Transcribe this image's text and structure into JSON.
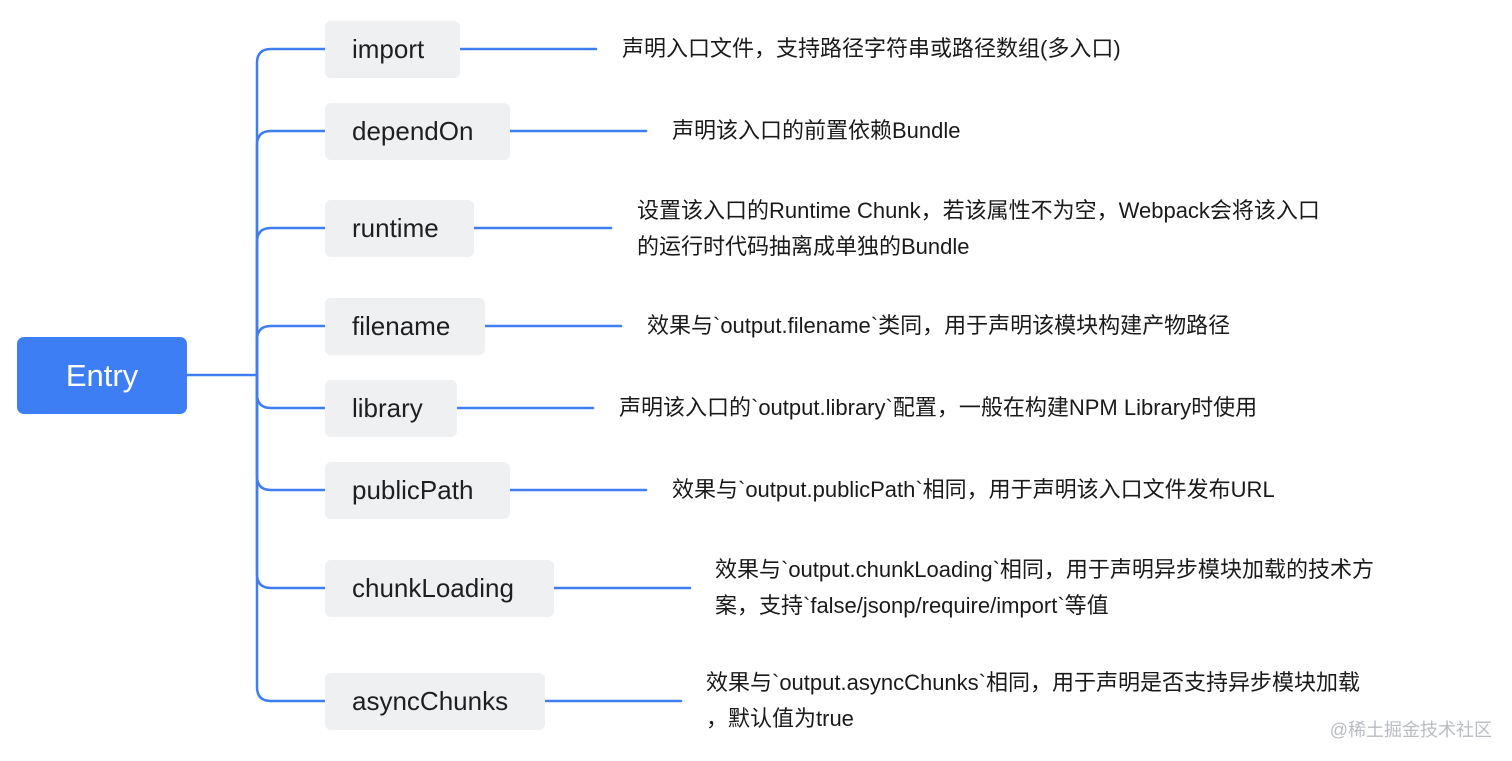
{
  "root": {
    "label": "Entry"
  },
  "colors": {
    "root_fill": "#3d7ef5",
    "line": "#3f7ef0",
    "node_fill": "#eff0f2"
  },
  "children": [
    {
      "label": "import",
      "description": [
        "声明入口文件，支持路径字符串或路径数组(多入口)"
      ]
    },
    {
      "label": "dependOn",
      "description": [
        "声明该入口的前置依赖Bundle"
      ]
    },
    {
      "label": "runtime",
      "description": [
        "设置该入口的Runtime Chunk，若该属性不为空，Webpack会将该入口",
        "的运行时代码抽离成单独的Bundle"
      ]
    },
    {
      "label": "filename",
      "description": [
        "效果与`output.filename`类同，用于声明该模块构建产物路径"
      ]
    },
    {
      "label": "library",
      "description": [
        "声明该入口的`output.library`配置，一般在构建NPM Library时使用"
      ]
    },
    {
      "label": "publicPath",
      "description": [
        "效果与`output.publicPath`相同，用于声明该入口文件发布URL"
      ]
    },
    {
      "label": "chunkLoading",
      "description": [
        "效果与`output.chunkLoading`相同，用于声明异步模块加载的技术方",
        "案，支持`false/jsonp/require/import`等值"
      ]
    },
    {
      "label": "asyncChunks",
      "description": [
        "效果与`output.asyncChunks`相同，用于声明是否支持异步模块加载",
        "，默认值为true"
      ]
    }
  ],
  "watermark": "@稀土掘金技术社区"
}
